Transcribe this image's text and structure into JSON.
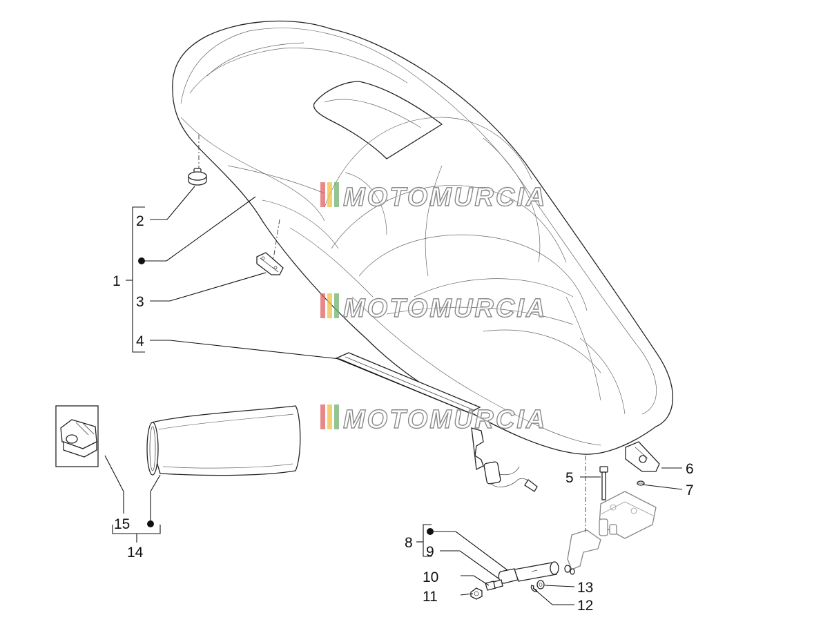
{
  "callouts": [
    {
      "id": "c1",
      "text": "1"
    },
    {
      "id": "c2",
      "text": "2"
    },
    {
      "id": "c3",
      "text": "3"
    },
    {
      "id": "c4",
      "text": "4"
    },
    {
      "id": "c5",
      "text": "5"
    },
    {
      "id": "c6",
      "text": "6"
    },
    {
      "id": "c7",
      "text": "7"
    },
    {
      "id": "c8",
      "text": "8"
    },
    {
      "id": "c9",
      "text": "9"
    },
    {
      "id": "c10",
      "text": "10"
    },
    {
      "id": "c11",
      "text": "11"
    },
    {
      "id": "c12",
      "text": "12"
    },
    {
      "id": "c13",
      "text": "13"
    },
    {
      "id": "c14",
      "text": "14"
    },
    {
      "id": "c15",
      "text": "15"
    }
  ],
  "watermark": {
    "text": "MOTOMURCIA",
    "stripe_colors": [
      "#e06060",
      "#f0c040",
      "#70b070"
    ]
  },
  "colors": {
    "line": "#222222",
    "background": "#ffffff",
    "watermark_outline": "#8a8a8a"
  }
}
